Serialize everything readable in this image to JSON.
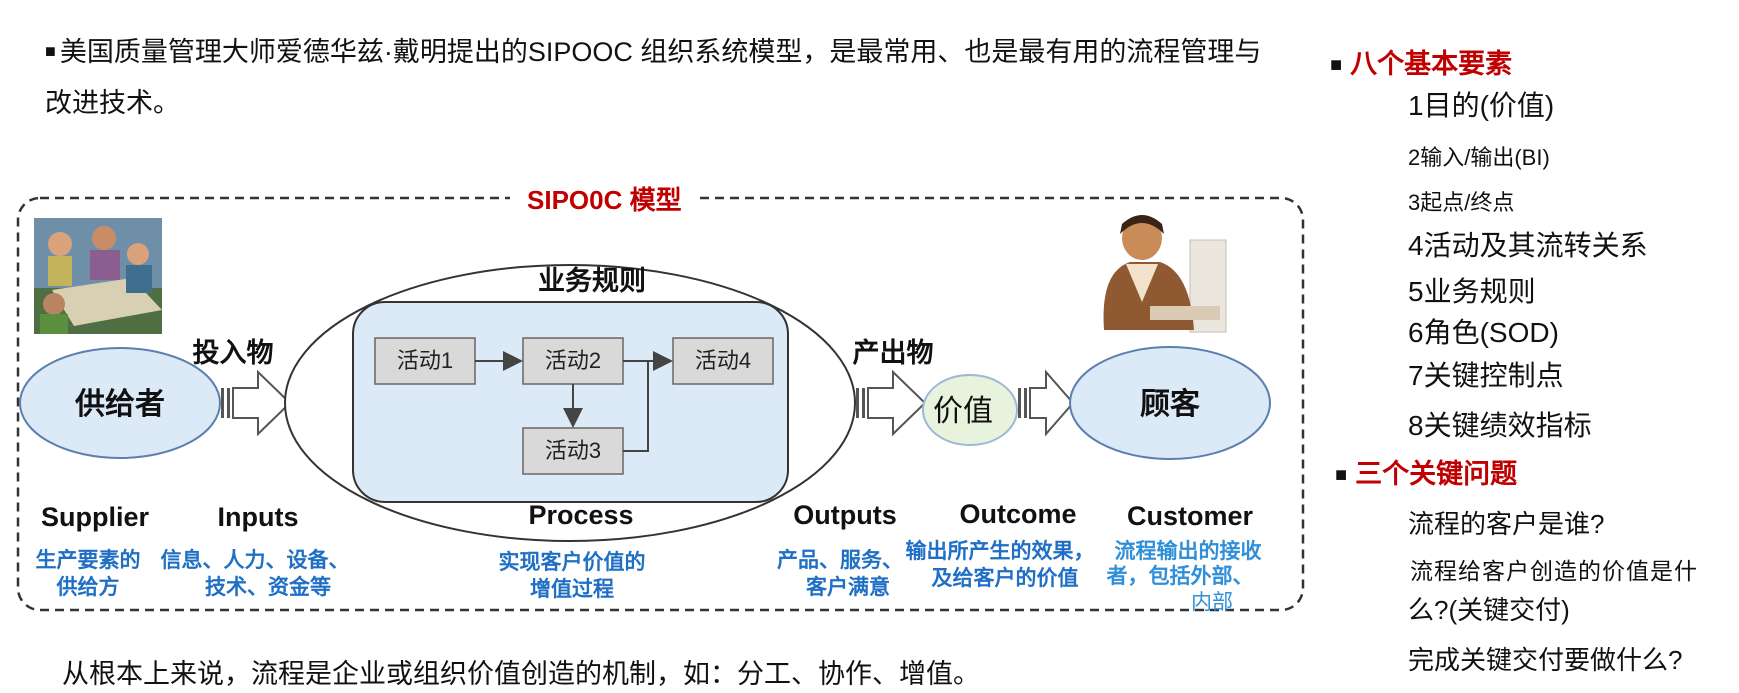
{
  "intro": {
    "bullet": "■",
    "text": "美国质量管理大师爱德华兹·戴明提出的SIPOOC 组织系统模型，是最常用、也是最有用的流程管理与改进技术。"
  },
  "diagram": {
    "title": "SIPO0C 模型",
    "rules_label": "业务规则",
    "inputs_label": "投入物",
    "outputs_label": "产出物",
    "supplier_label": "供给者",
    "value_label": "价值",
    "customer_label": "顾客",
    "activities": [
      "活动1",
      "活动2",
      "活动3",
      "活动4"
    ],
    "stages": [
      {
        "name": "Supplier",
        "desc": [
          "生产要素的",
          "供给方"
        ]
      },
      {
        "name": "Inputs",
        "desc": [
          "信息、人力、设备、",
          "技术、资金等"
        ]
      },
      {
        "name": "Process",
        "desc": [
          "实现客户价值的",
          "增值过程"
        ]
      },
      {
        "name": "Outputs",
        "desc": [
          "产品、服务、",
          "客户满意"
        ]
      },
      {
        "name": "Outcome",
        "desc": [
          "输出所产生的效果，",
          "及给客户的价值"
        ]
      },
      {
        "name": "Customer",
        "desc": [
          "流程输出的接收",
          "者，包括外部、",
          "内部"
        ]
      }
    ]
  },
  "bottom_note": "从根本上来说，流程是企业或组织价值创造的机制，如：分工、协作、增值。",
  "right": {
    "heading1": "八个基本要素",
    "elements": [
      "1目的(价值)",
      "2输入/输出(BI)",
      "3起点/终点",
      "4活动及其流转关系",
      "5业务规则",
      "6角色(SOD)",
      "7关键控制点",
      "8关键绩效指标"
    ],
    "heading2": "三个关键问题",
    "questions": [
      "流程的客户是谁?",
      "流程给客户创造的价值是什",
      "么?(关键交付)",
      "完成关键交付要做什么?"
    ],
    "bullet": "■"
  },
  "colors": {
    "accent_red": "#c00000",
    "blue_text": "#1f6fc5",
    "ellipse_fill": "#dce9f7",
    "value_fill": "#e8f3de"
  }
}
